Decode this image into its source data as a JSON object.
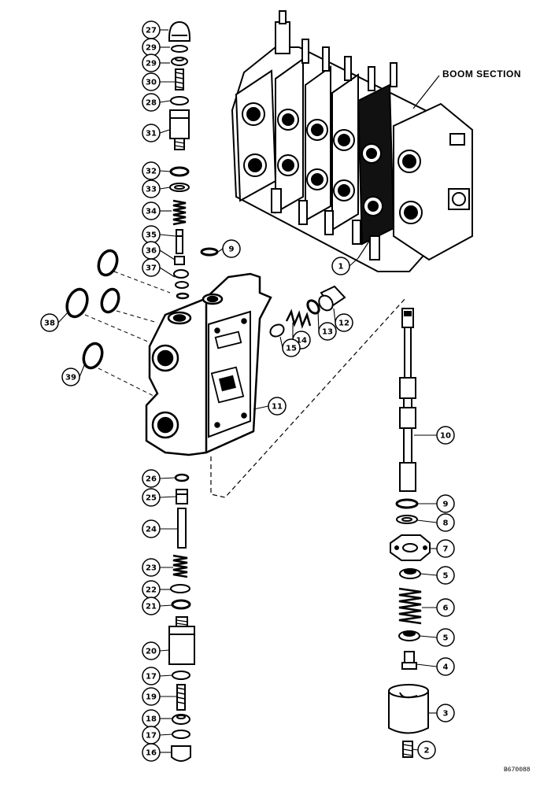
{
  "diagram": {
    "section_label": "BOOM SECTION",
    "figure_code": "B670088",
    "callouts": [
      "27",
      "29",
      "29",
      "30",
      "28",
      "31",
      "32",
      "33",
      "34",
      "35",
      "36",
      "37",
      "9",
      "38",
      "39",
      "1",
      "12",
      "13",
      "14",
      "15",
      "11",
      "10",
      "26",
      "25",
      "24",
      "23",
      "22",
      "21",
      "20",
      "17",
      "19",
      "18",
      "17",
      "16",
      "9",
      "8",
      "7",
      "5",
      "6",
      "5",
      "4",
      "3",
      "2"
    ]
  }
}
